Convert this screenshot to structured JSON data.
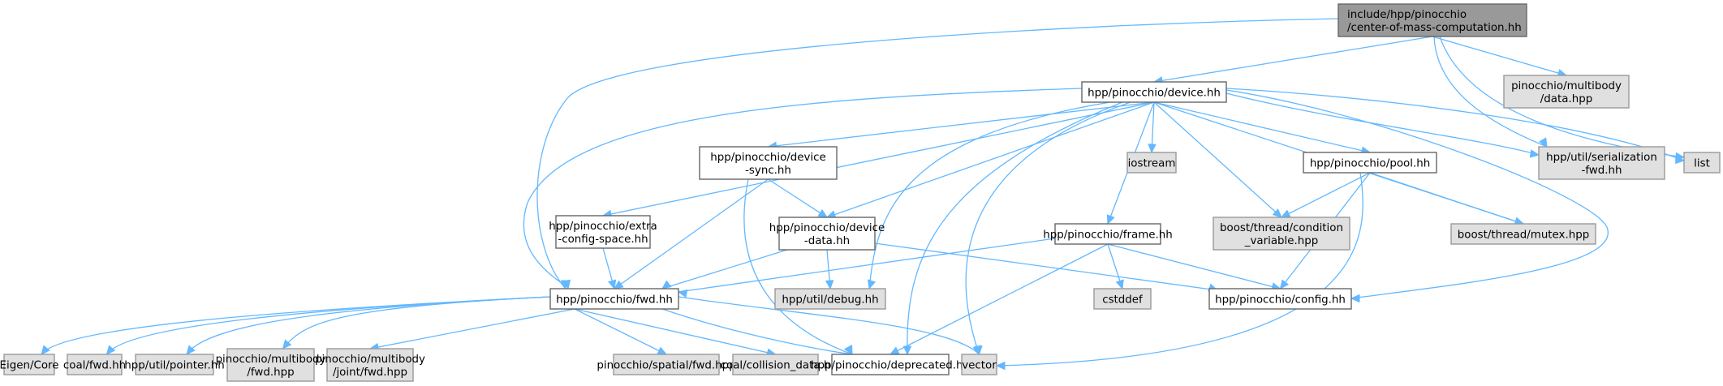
{
  "title": "include/hpp/pinocchio/center-of-mass-computation.hh include dependency graph",
  "colors": {
    "edge": "#63b8ff",
    "root_fill": "#999999",
    "local_fill": "#ffffff",
    "external_fill": "#e0e0e0"
  },
  "nodes": [
    {
      "id": "root",
      "kind": "root",
      "lines": [
        "include/hpp/pinocchio",
        "/center-of-mass-computation.hh"
      ]
    },
    {
      "id": "device",
      "kind": "local",
      "lines": [
        "hpp/pinocchio/device.hh"
      ]
    },
    {
      "id": "multibody_data",
      "kind": "external",
      "lines": [
        "pinocchio/multibody",
        "/data.hpp"
      ]
    },
    {
      "id": "serialization_fwd",
      "kind": "external",
      "lines": [
        "hpp/util/serialization",
        "-fwd.hh"
      ]
    },
    {
      "id": "list",
      "kind": "external",
      "lines": [
        "list"
      ]
    },
    {
      "id": "device_sync",
      "kind": "local",
      "lines": [
        "hpp/pinocchio/device",
        "-sync.hh"
      ]
    },
    {
      "id": "iostream",
      "kind": "external",
      "lines": [
        "iostream"
      ]
    },
    {
      "id": "pool",
      "kind": "local",
      "lines": [
        "hpp/pinocchio/pool.hh"
      ]
    },
    {
      "id": "extra_config",
      "kind": "local",
      "lines": [
        "hpp/pinocchio/extra",
        "-config-space.hh"
      ]
    },
    {
      "id": "device_data",
      "kind": "local",
      "lines": [
        "hpp/pinocchio/device",
        "-data.hh"
      ]
    },
    {
      "id": "frame",
      "kind": "local",
      "lines": [
        "hpp/pinocchio/frame.hh"
      ]
    },
    {
      "id": "cond_var",
      "kind": "external",
      "lines": [
        "boost/thread/condition",
        "_variable.hpp"
      ]
    },
    {
      "id": "mutex",
      "kind": "external",
      "lines": [
        "boost/thread/mutex.hpp"
      ]
    },
    {
      "id": "fwd",
      "kind": "local",
      "lines": [
        "hpp/pinocchio/fwd.hh"
      ]
    },
    {
      "id": "debug",
      "kind": "external",
      "lines": [
        "hpp/util/debug.hh"
      ]
    },
    {
      "id": "cstddef",
      "kind": "external",
      "lines": [
        "cstddef"
      ]
    },
    {
      "id": "config",
      "kind": "local",
      "lines": [
        "hpp/pinocchio/config.hh"
      ]
    },
    {
      "id": "eigen_core",
      "kind": "external",
      "lines": [
        "Eigen/Core"
      ]
    },
    {
      "id": "coal_fwd",
      "kind": "external",
      "lines": [
        "coal/fwd.hh"
      ]
    },
    {
      "id": "pointer",
      "kind": "external",
      "lines": [
        "hpp/util/pointer.hh"
      ]
    },
    {
      "id": "multibody_fwd",
      "kind": "external",
      "lines": [
        "pinocchio/multibody",
        "/fwd.hpp"
      ]
    },
    {
      "id": "joint_fwd",
      "kind": "external",
      "lines": [
        "pinocchio/multibody",
        "/joint/fwd.hpp"
      ]
    },
    {
      "id": "spatial_fwd",
      "kind": "external",
      "lines": [
        "pinocchio/spatial/fwd.hpp"
      ]
    },
    {
      "id": "collision_data",
      "kind": "external",
      "lines": [
        "coal/collision_data.h"
      ]
    },
    {
      "id": "deprecated",
      "kind": "local",
      "lines": [
        "hpp/pinocchio/deprecated.hh"
      ]
    },
    {
      "id": "vector",
      "kind": "external",
      "lines": [
        "vector"
      ]
    }
  ],
  "edges": [
    [
      "root",
      "device"
    ],
    [
      "root",
      "multibody_data"
    ],
    [
      "root",
      "serialization_fwd"
    ],
    [
      "root",
      "list"
    ],
    [
      "root",
      "fwd"
    ],
    [
      "device",
      "device_sync"
    ],
    [
      "device",
      "iostream"
    ],
    [
      "device",
      "pool"
    ],
    [
      "device",
      "extra_config"
    ],
    [
      "device",
      "device_data"
    ],
    [
      "device",
      "frame"
    ],
    [
      "device",
      "cond_var"
    ],
    [
      "device",
      "mutex"
    ],
    [
      "device",
      "serialization_fwd"
    ],
    [
      "device",
      "list"
    ],
    [
      "device",
      "fwd"
    ],
    [
      "device",
      "debug"
    ],
    [
      "device",
      "config"
    ],
    [
      "device",
      "deprecated"
    ],
    [
      "device",
      "vector"
    ],
    [
      "device_sync",
      "device_data"
    ],
    [
      "device_sync",
      "fwd"
    ],
    [
      "device_sync",
      "deprecated"
    ],
    [
      "pool",
      "cond_var"
    ],
    [
      "pool",
      "mutex"
    ],
    [
      "pool",
      "config"
    ],
    [
      "pool",
      "vector"
    ],
    [
      "extra_config",
      "fwd"
    ],
    [
      "device_data",
      "fwd"
    ],
    [
      "device_data",
      "debug"
    ],
    [
      "device_data",
      "config"
    ],
    [
      "frame",
      "fwd"
    ],
    [
      "frame",
      "cstddef"
    ],
    [
      "frame",
      "config"
    ],
    [
      "frame",
      "deprecated"
    ],
    [
      "fwd",
      "eigen_core"
    ],
    [
      "fwd",
      "coal_fwd"
    ],
    [
      "fwd",
      "pointer"
    ],
    [
      "fwd",
      "multibody_fwd"
    ],
    [
      "fwd",
      "joint_fwd"
    ],
    [
      "fwd",
      "spatial_fwd"
    ],
    [
      "fwd",
      "collision_data"
    ],
    [
      "fwd",
      "deprecated"
    ],
    [
      "fwd",
      "vector"
    ]
  ]
}
